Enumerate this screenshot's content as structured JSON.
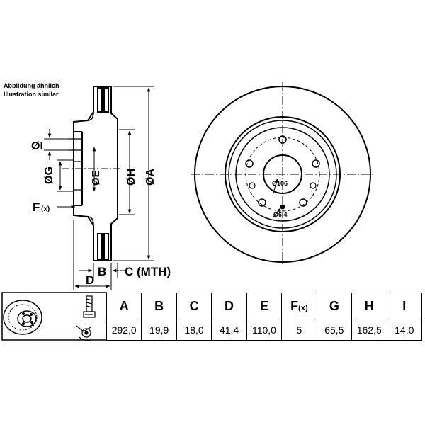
{
  "notes": {
    "line1": "Abbildung ähnlich",
    "line2": "Illustration similar"
  },
  "side_view_labels": {
    "i": "ØI",
    "g": "ØG",
    "e": "ØE",
    "h": "ØH",
    "a": "ØA",
    "f": "F",
    "f_suffix": "(x)",
    "b": "B",
    "c": "C (MTH)",
    "d": "D"
  },
  "front_view_labels": {
    "pcd": "Ø106",
    "hole": "Ø6,4"
  },
  "table": {
    "headers": [
      "A",
      "B",
      "C",
      "D",
      "E",
      "F",
      "G",
      "H",
      "I"
    ],
    "f_header_suffix": "(x)",
    "values": [
      "292,0",
      "19,9",
      "18,0",
      "41,4",
      "110,0",
      "5",
      "65,5",
      "162,5",
      "14,0"
    ]
  }
}
